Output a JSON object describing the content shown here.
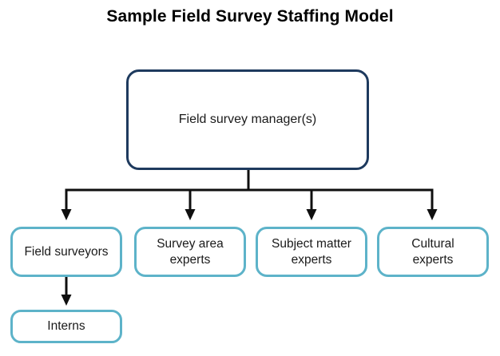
{
  "title": "Sample Field Survey Staffing Model",
  "colors": {
    "root_border": "#1e3a5e",
    "child_border": "#5db3c9",
    "connector_line": "#0f0f0f",
    "text": "#1a1a1a",
    "background": "#ffffff"
  },
  "nodes": {
    "manager": {
      "label": "Field survey manager(s)"
    },
    "children": [
      {
        "label": "Field surveyors",
        "lines": [
          "Field surveyors"
        ]
      },
      {
        "label": "Survey area experts",
        "lines": [
          "Survey area",
          "experts"
        ]
      },
      {
        "label": "Subject matter experts",
        "lines": [
          "Subject matter",
          "experts"
        ]
      },
      {
        "label": "Cultural experts",
        "lines": [
          "Cultural",
          "experts"
        ]
      }
    ],
    "interns": {
      "label": "Interns"
    }
  },
  "edges": [
    {
      "from": "Field survey manager(s)",
      "to": "Field surveyors"
    },
    {
      "from": "Field survey manager(s)",
      "to": "Survey area experts"
    },
    {
      "from": "Field survey manager(s)",
      "to": "Subject matter experts"
    },
    {
      "from": "Field survey manager(s)",
      "to": "Cultural experts"
    },
    {
      "from": "Field surveyors",
      "to": "Interns"
    }
  ]
}
